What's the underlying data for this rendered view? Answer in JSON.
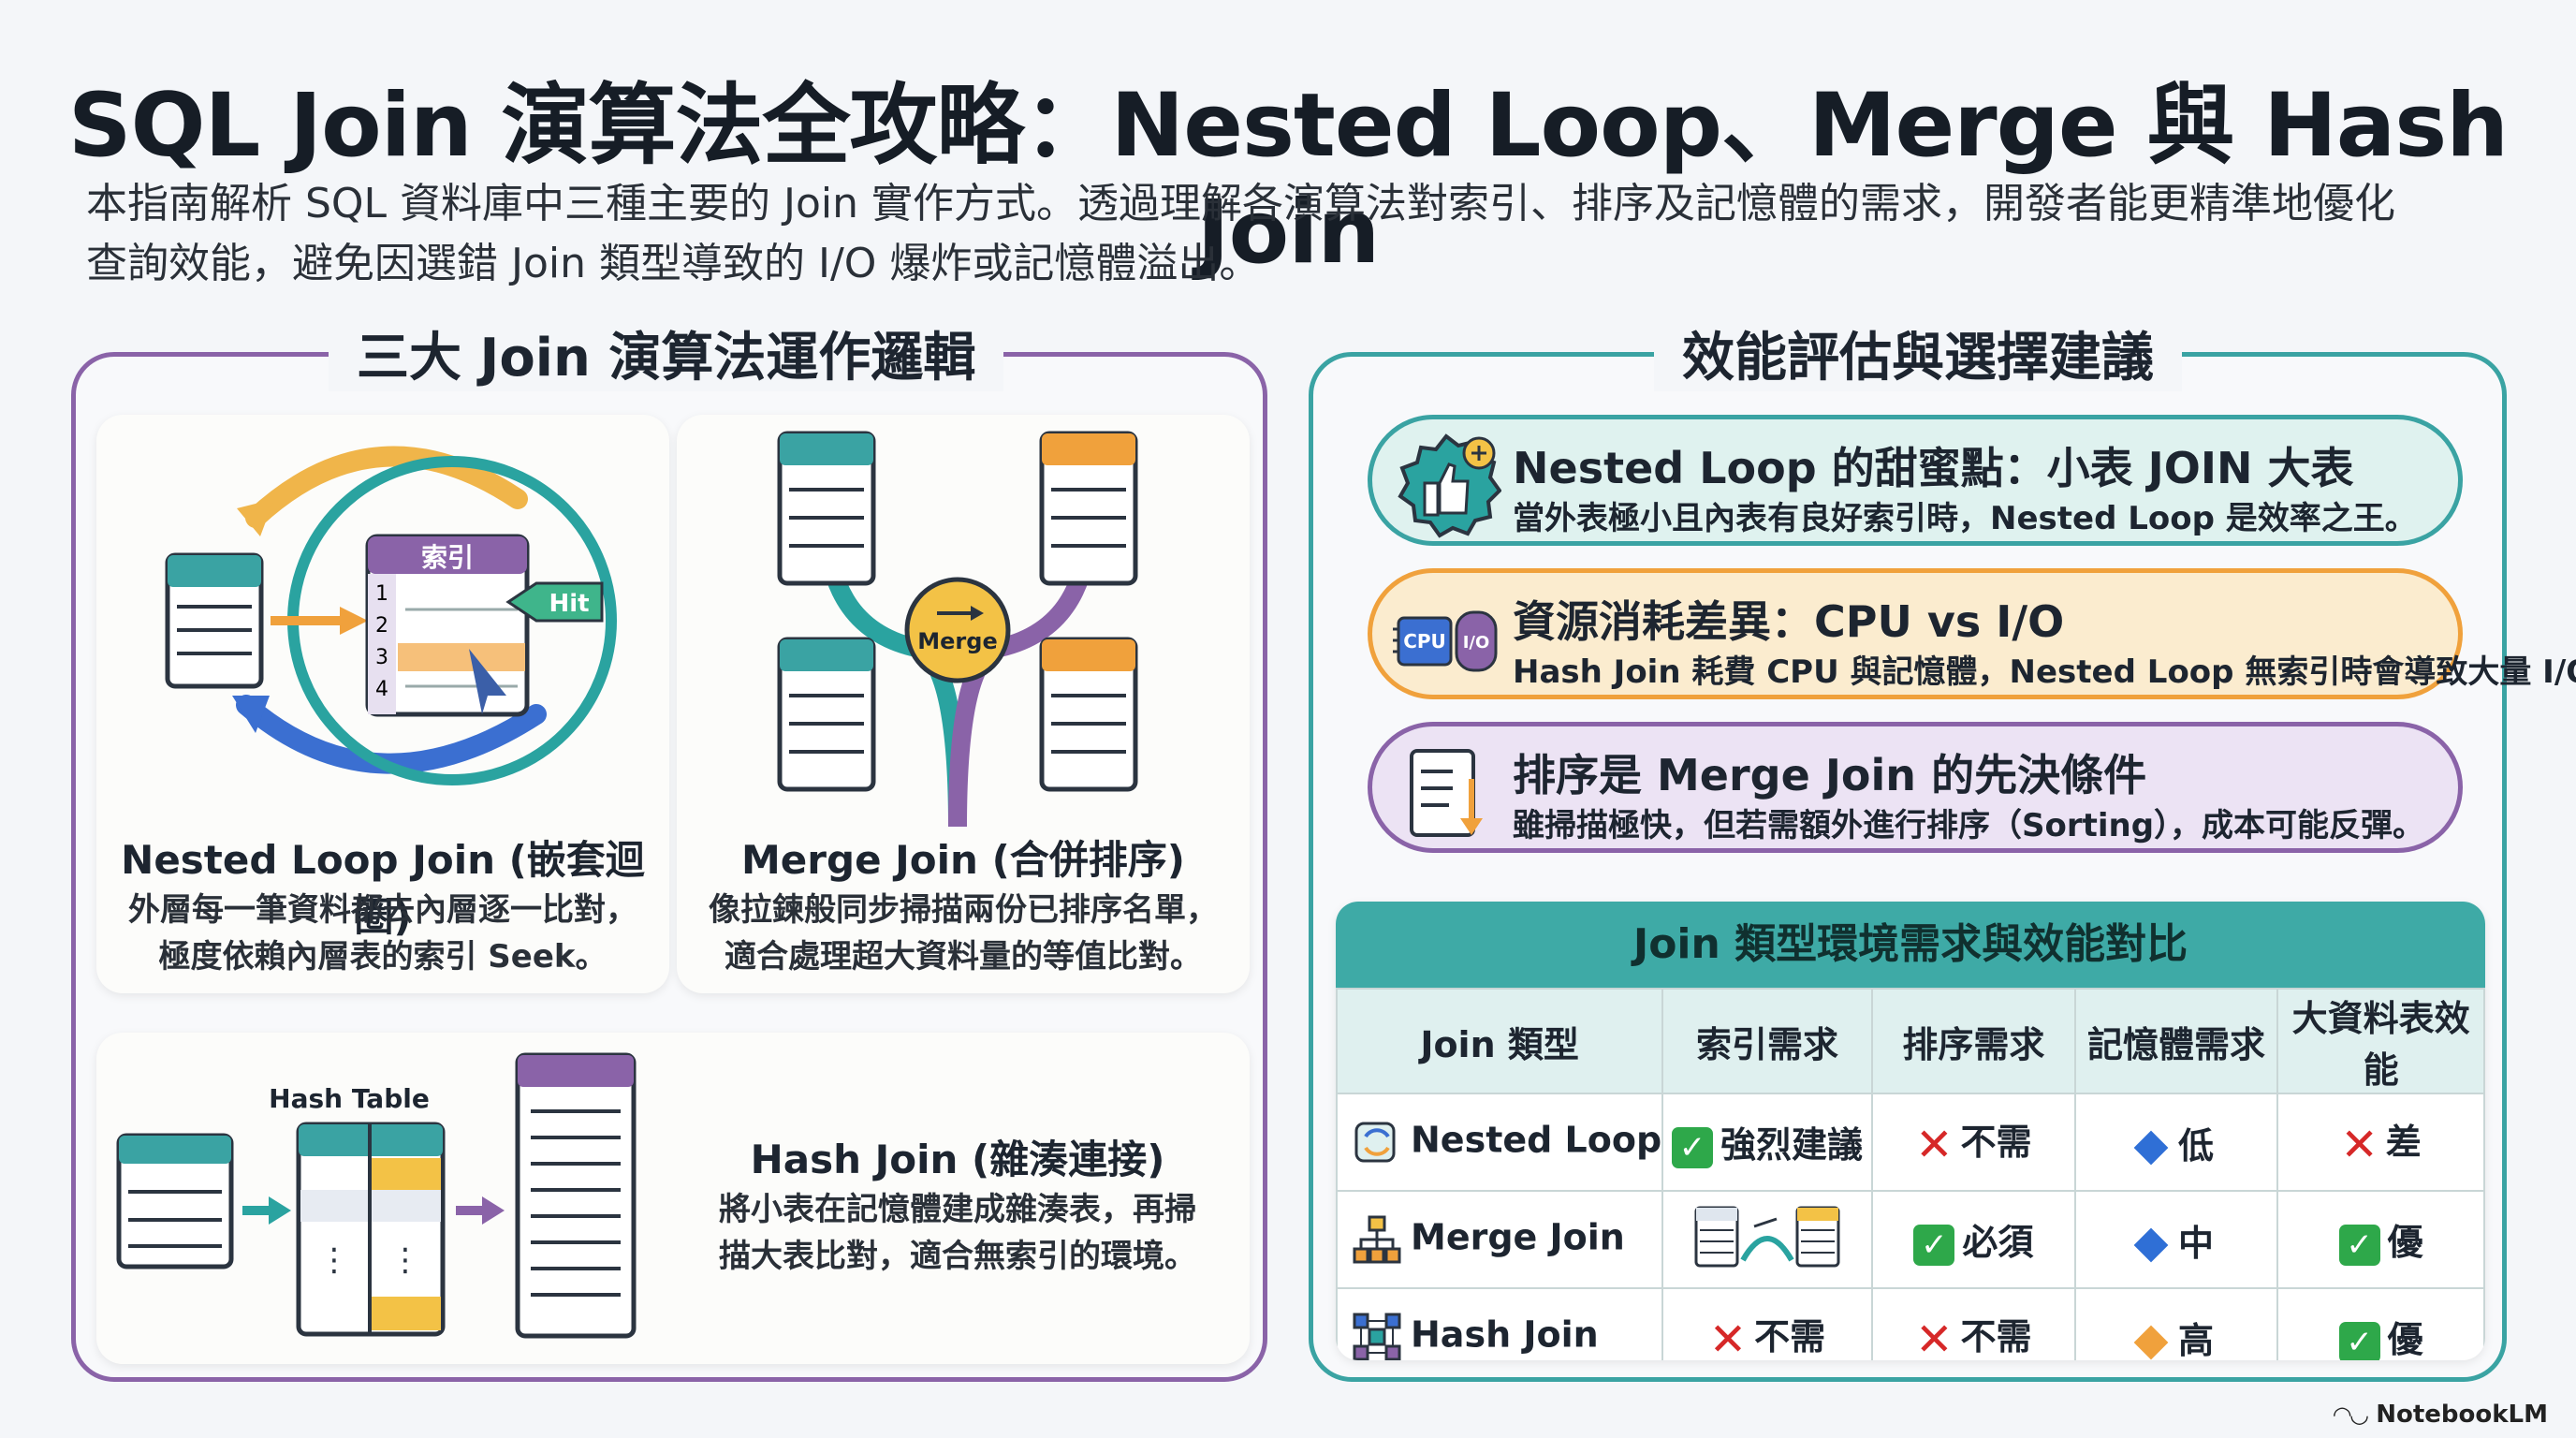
{
  "title": "SQL Join 演算法全攻略：Nested Loop、Merge 與 Hash Join",
  "intro": {
    "line1": "本指南解析 SQL 資料庫中三種主要的 Join 實作方式。透過理解各演算法對索引、排序及記憶體的需求，開發者能更精準地優化",
    "line2": "查詢效能，避免因選錯 Join 類型導致的 I/O 爆炸或記憶體溢出。"
  },
  "left_panel": {
    "title": "三大 Join 演算法運作邏輯",
    "nested": {
      "index_label": "索引",
      "rows": [
        "1",
        "2",
        "3",
        "4"
      ],
      "hit_label": "Hit",
      "title": "Nested Loop Join (嵌套迴圈)",
      "desc1": "外層每一筆資料都去內層逐一比對，",
      "desc2": "極度依賴內層表的索引 Seek。"
    },
    "merge": {
      "badge": "Merge",
      "title": "Merge Join (合併排序)",
      "desc1": "像拉鍊般同步掃描兩份已排序名單，",
      "desc2": "適合處理超大資料量的等值比對。"
    },
    "hash": {
      "table_label": "Hash Table",
      "title": "Hash Join (雜湊連接)",
      "desc1": "將小表在記憶體建成雜湊表，再掃",
      "desc2": "描大表比對，適合無索引的環境。"
    }
  },
  "right_panel": {
    "title": "效能評估與選擇建議",
    "pills": [
      {
        "title": "Nested Loop 的甜蜜點：小表 JOIN 大表",
        "desc": "當外表極小且內表有良好索引時，Nested Loop 是效率之王。",
        "icon": "thumbs-up-badge-icon"
      },
      {
        "title": "資源消耗差異：CPU vs I/O",
        "desc": "Hash Join 耗費 CPU 與記憶體，Nested Loop 無索引時會導致大量 I/O",
        "icon": "cpu-io-icon",
        "cpu_label": "CPU",
        "io_label": "I/O"
      },
      {
        "title": "排序是 Merge Join 的先決條件",
        "desc": "雖掃描極快，但若需額外進行排序（Sorting），成本可能反彈。",
        "icon": "sorted-document-icon"
      }
    ],
    "table": {
      "title": "Join 類型環境需求與效能對比",
      "headers": [
        "Join 類型",
        "索引需求",
        "排序需求",
        "記憶體需求",
        "大資料表效能"
      ],
      "rows": [
        {
          "name": "Nested Loop",
          "icon": "loop-icon",
          "index": {
            "mark": "check",
            "text": "強烈建議"
          },
          "sort": {
            "mark": "cross",
            "text": "不需"
          },
          "memory": {
            "mark": "diamond-blue",
            "text": "低"
          },
          "big": {
            "mark": "cross",
            "text": "差"
          }
        },
        {
          "name": "Merge Join",
          "icon": "merge-tree-icon",
          "index": {
            "mark": "merge-illustration",
            "text": ""
          },
          "sort": {
            "mark": "check",
            "text": "必須"
          },
          "memory": {
            "mark": "diamond-blue",
            "text": "中"
          },
          "big": {
            "mark": "check",
            "text": "優"
          }
        },
        {
          "name": "Hash Join",
          "icon": "hash-network-icon",
          "index": {
            "mark": "cross",
            "text": "不需"
          },
          "sort": {
            "mark": "cross",
            "text": "不需"
          },
          "memory": {
            "mark": "diamond-orange",
            "text": "高"
          },
          "big": {
            "mark": "check",
            "text": "優"
          }
        }
      ]
    }
  },
  "footer": "NotebookLM",
  "colors": {
    "purple": "#8a63a8",
    "teal": "#3aa3a3",
    "orange": "#f0a13c",
    "blue": "#2f6fd6"
  }
}
